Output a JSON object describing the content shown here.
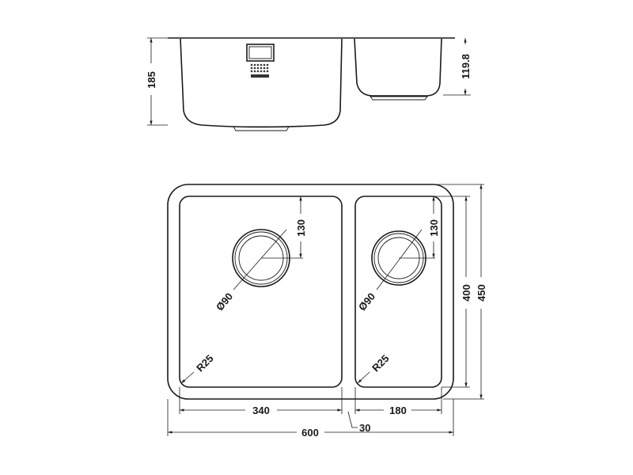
{
  "side_view": {
    "height_main": "185",
    "height_small": "119.8"
  },
  "plan_view": {
    "left_drain_offset": "130",
    "right_drain_offset": "130",
    "left_drain_diameter": "Ø90",
    "right_drain_diameter": "Ø90",
    "left_corner_radius": "R25",
    "right_corner_radius": "R25",
    "bowl_depth": "400",
    "overall_depth": "450",
    "left_bowl_width": "340",
    "right_bowl_width": "180",
    "divider_width": "30",
    "overall_width": "600"
  }
}
